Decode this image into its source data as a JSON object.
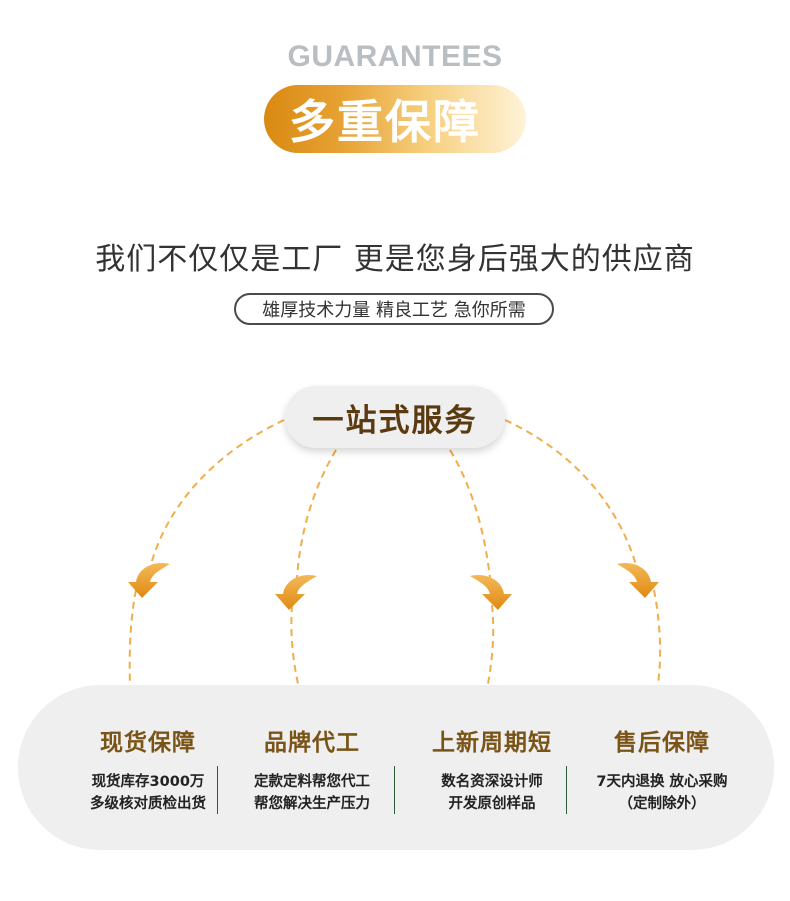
{
  "header": {
    "eyebrow": "GUARANTEES",
    "title": "多重保障"
  },
  "headline": "我们不仅仅是工厂 更是您身后强大的供应商",
  "tagline": "雄厚技术力量 精良工艺 急你所需",
  "service": {
    "label": "一站式服务"
  },
  "items": [
    {
      "title": "现货保障",
      "line1": "现货库存3000万",
      "line2": "多级核对质检出货"
    },
    {
      "title": "品牌代工",
      "line1": "定款定料帮您代工",
      "line2": "帮您解决生产压力"
    },
    {
      "title": "上新周期短",
      "line1": "数名资深设计师",
      "line2": "开发原创样品"
    },
    {
      "title": "售后保障",
      "line1": "7天内退换 放心采购",
      "line2": "（定制除外）"
    }
  ],
  "colors": {
    "accent_orange": "#e7a234",
    "dashed_line": "#f0ae4a",
    "brown_text": "#7a5417",
    "panel_bg": "#efefef",
    "divider": "#2e5b39"
  },
  "icons": [
    "curved-arrow-icon"
  ]
}
